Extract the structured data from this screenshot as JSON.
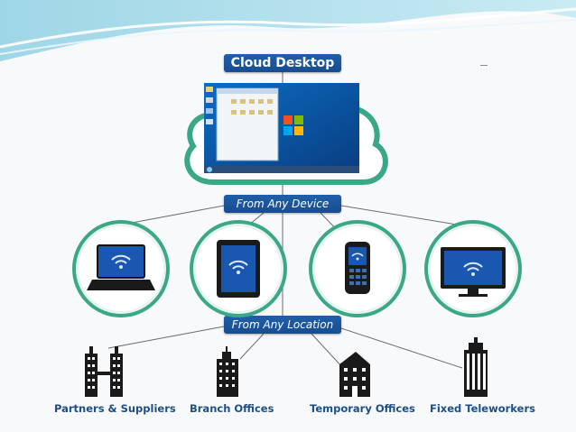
{
  "header": {
    "title": "Cloud Desktop"
  },
  "sections": {
    "device": "From Any Device",
    "location": "From Any Location"
  },
  "devices": [
    {
      "name": "laptop-icon"
    },
    {
      "name": "tablet-icon"
    },
    {
      "name": "phone-icon"
    },
    {
      "name": "monitor-icon"
    }
  ],
  "locations": [
    {
      "label": "Partners & Suppliers",
      "icon": "twin-towers-icon"
    },
    {
      "label": "Branch Offices",
      "icon": "office-building-icon"
    },
    {
      "label": "Temporary Offices",
      "icon": "small-building-icon"
    },
    {
      "label": "Fixed Teleworkers",
      "icon": "tower-building-icon"
    }
  ],
  "colors": {
    "pill": "#1f5fa8",
    "ring": "#3aa886",
    "device": "#1a57b0",
    "label": "#1d4f86",
    "building": "#1a1a1a"
  }
}
